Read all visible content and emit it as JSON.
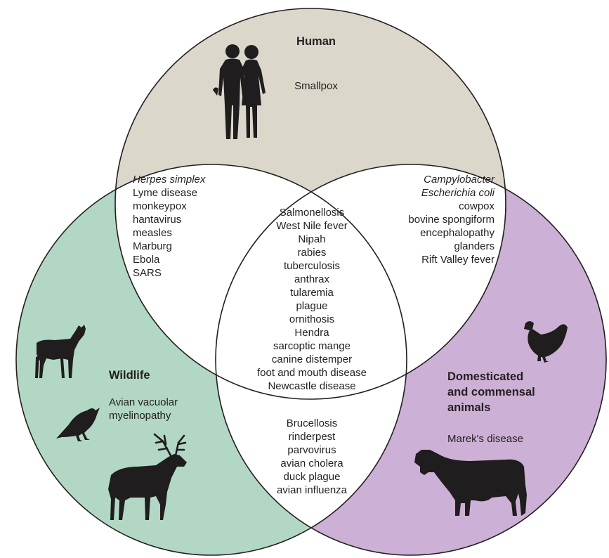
{
  "colors": {
    "human": "#dcd7cb",
    "wildlife": "#b2d8c5",
    "domesticated": "#cdb0d5",
    "overlap": "#ffffff",
    "stroke": "#231f20",
    "silhouette": "#1f1d1e"
  },
  "human": {
    "title": "Human",
    "diseases": [
      "Smallpox"
    ],
    "icon": "human-couple-icon"
  },
  "wildlife": {
    "title": "Wildlife",
    "diseases": [
      "Avian vacuolar",
      "myelinopathy"
    ],
    "icons": [
      "deer-icon",
      "crow-icon",
      "elk-icon"
    ]
  },
  "domesticated": {
    "title_lines": [
      "Domesticated",
      "and commensal",
      "animals"
    ],
    "diseases": [
      "Marek's disease"
    ],
    "icons": [
      "chicken-icon",
      "cow-icon"
    ]
  },
  "human_wildlife": {
    "italic": [
      "Herpes simplex"
    ],
    "diseases": [
      "Lyme disease",
      "monkeypox",
      "hantavirus",
      "measles",
      "Marburg",
      "Ebola",
      "SARS"
    ]
  },
  "human_domesticated": {
    "italic": [
      "Campylobacter",
      "Escherichia coli"
    ],
    "diseases": [
      "cowpox",
      "bovine spongiform",
      "encephalopathy",
      "glanders",
      "Rift Valley fever"
    ]
  },
  "all_three": {
    "diseases": [
      "Salmonellosis",
      "West Nile fever",
      "Nipah",
      "rabies",
      "tuberculosis",
      "anthrax",
      "tularemia",
      "plague",
      "ornithosis",
      "Hendra",
      "sarcoptic mange",
      "canine distemper",
      "foot and mouth disease",
      "Newcastle disease"
    ]
  },
  "wildlife_domesticated": {
    "diseases": [
      "Brucellosis",
      "rinderpest",
      "parvovirus",
      "avian cholera",
      "duck plague",
      "avian influenza"
    ]
  }
}
